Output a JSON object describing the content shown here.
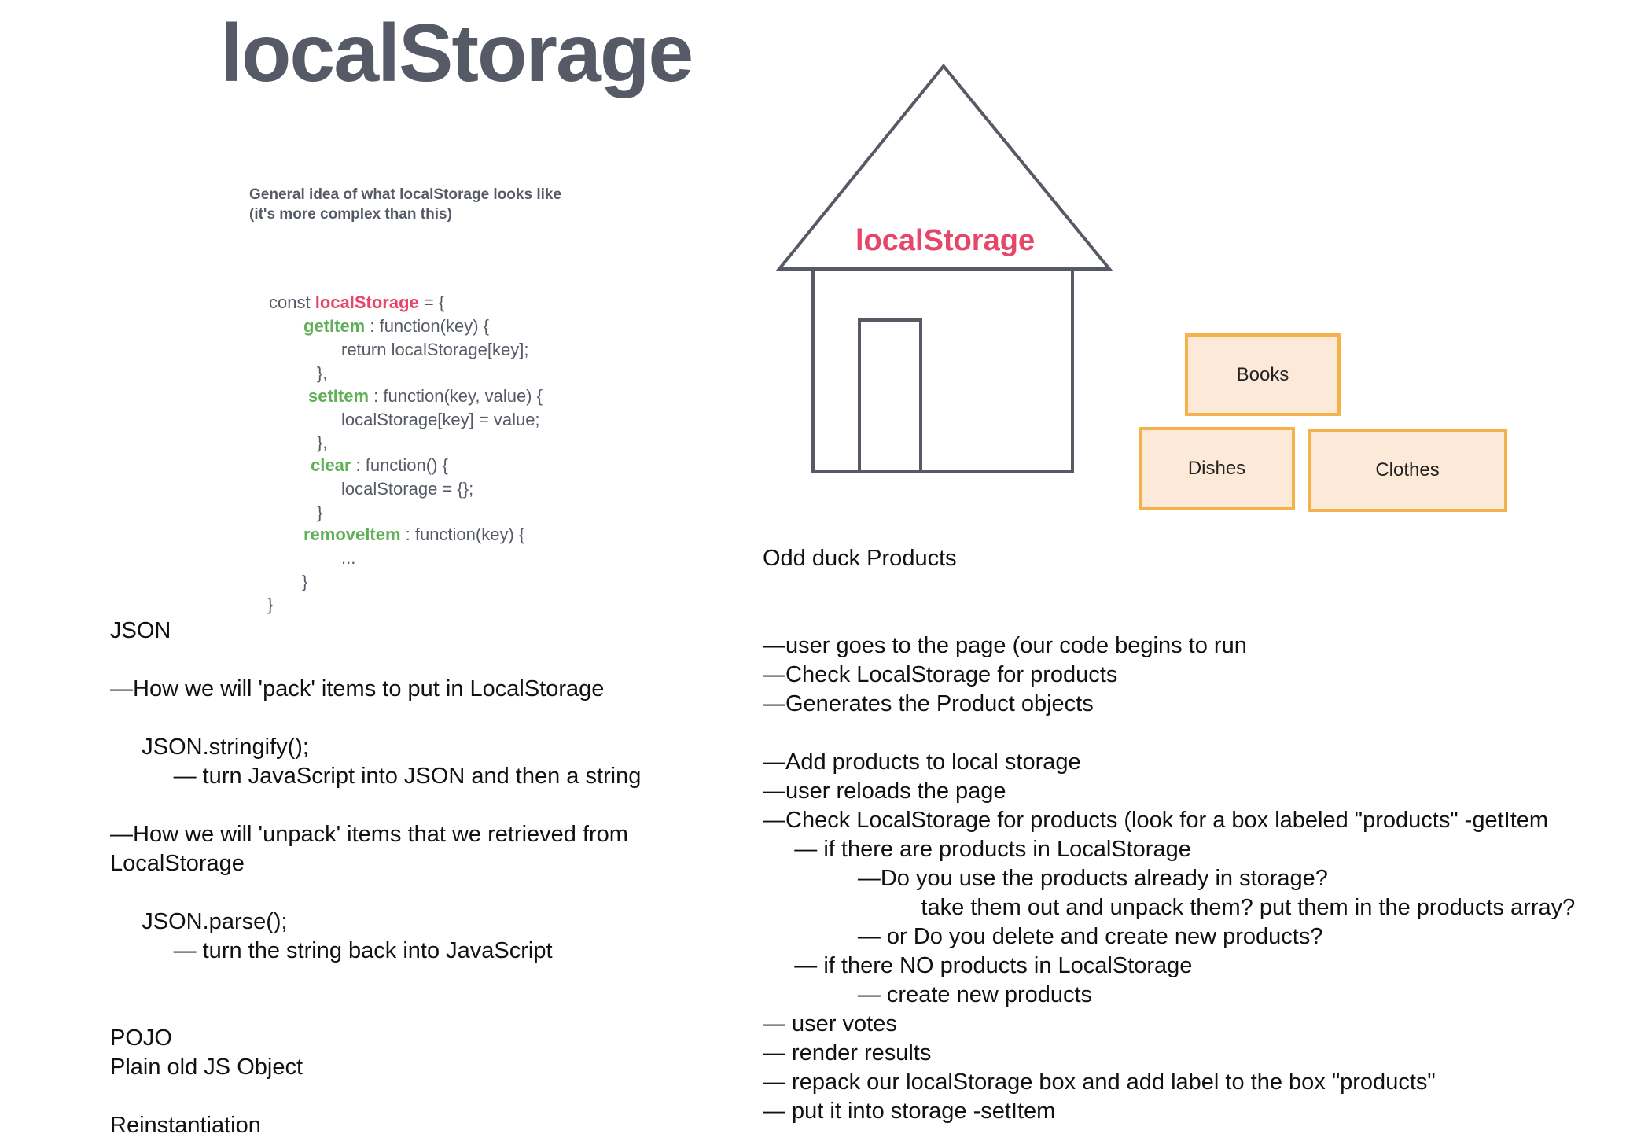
{
  "title": "localStorage",
  "caption": {
    "line1": "General idea of what localStorage looks like",
    "line2": "(it's more complex than this)"
  },
  "code": {
    "l1_a": "const ",
    "l1_b": "localStorage",
    "l1_c": " = {",
    "l2_a": "getItem",
    "l2_b": " : function(key) {",
    "l3": "return localStorage[key];",
    "l4": "},",
    "l5_a": "setItem",
    "l5_b": " : function(key, value) {",
    "l6": "localStorage[key] = value;",
    "l7": "},",
    "l8_a": "clear",
    "l8_b": " : function() {",
    "l9": "localStorage = {};",
    "l10": "}",
    "l11_a": "removeItem",
    "l11_b": " : function(key) {",
    "l12": "...",
    "l13": "}",
    "l14": "}"
  },
  "left_notes": [
    "JSON",
    "",
    "—How we will 'pack' items to put in LocalStorage",
    "",
    "     JSON.stringify();",
    "          — turn JavaScript into JSON and then a string",
    "",
    "—How we will 'unpack' items that we retrieved from",
    "LocalStorage",
    "",
    "     JSON.parse();",
    "          — turn the string back into JavaScript",
    "",
    "",
    "POJO",
    "Plain old JS Object",
    "",
    "Reinstantiation"
  ],
  "house": {
    "label": "localStorage"
  },
  "boxes": {
    "books": "Books",
    "dishes": "Dishes",
    "clothes": "Clothes"
  },
  "right_notes": [
    "Odd duck Products",
    "",
    "",
    "—user goes to the page (our code begins to run",
    "—Check LocalStorage for products",
    "—Generates the Product objects",
    "",
    "—Add products to local storage",
    "—user reloads the page",
    "—Check LocalStorage for products (look for a box labeled \"products\" -getItem",
    "     — if there are products in LocalStorage",
    "               —Do you use the products already in storage?",
    "                         take them out and unpack them? put them in the products array?",
    "               — or Do you delete and create new products?",
    "     — if there NO products in LocalStorage",
    "               — create new products",
    "— user votes",
    "— render results",
    "— repack our localStorage box and add label to the box \"products\"",
    "— put it into storage -setItem"
  ],
  "colors": {
    "title": "#555a66",
    "highlight": "#e5466a",
    "method": "#5fb058",
    "box_border": "#f5b24a",
    "box_fill": "#fde9d8",
    "outline": "#555a66"
  }
}
